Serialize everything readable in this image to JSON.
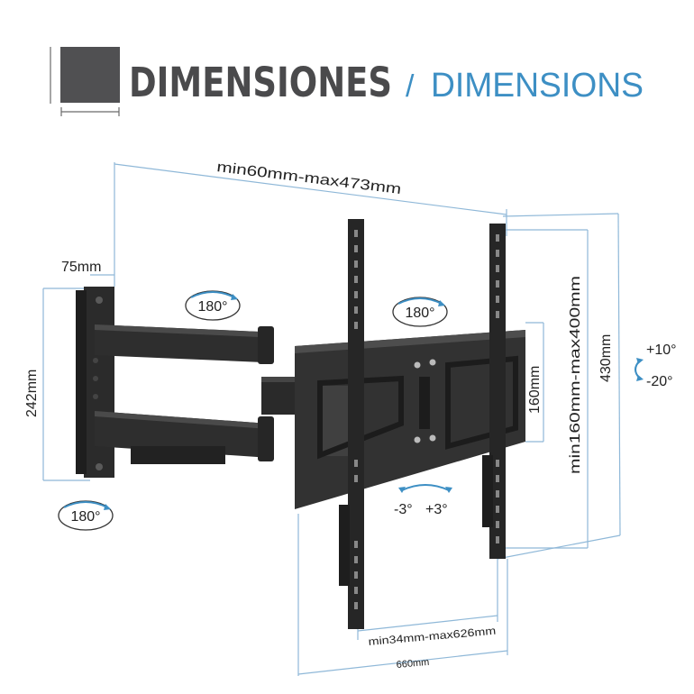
{
  "header": {
    "title_es": "DIMENSIONES",
    "separator": "/",
    "title_en": "DIMENSIONS"
  },
  "dimensions": {
    "arm_extension": "min60mm-max473mm",
    "wall_plate_width": "75mm",
    "wall_plate_height": "242mm",
    "tv_plate_height": "160mm",
    "vesa_vertical": "min160mm-max400mm",
    "bracket_height": "430mm",
    "vesa_horizontal": "min34mm-max626mm",
    "bracket_width": "660mm"
  },
  "rotations": {
    "arm_swivel": "180°",
    "head_swivel": "180°",
    "wall_swivel": "180°",
    "tilt_up": "+10°",
    "tilt_down": "-20°",
    "level_left": "-3°",
    "level_right": "+3°"
  },
  "colors": {
    "title_dark": "#4a4a4c",
    "title_blue": "#3d8fc4",
    "dimension_line": "#8fb8d8",
    "metal": "#2a2a2a"
  }
}
